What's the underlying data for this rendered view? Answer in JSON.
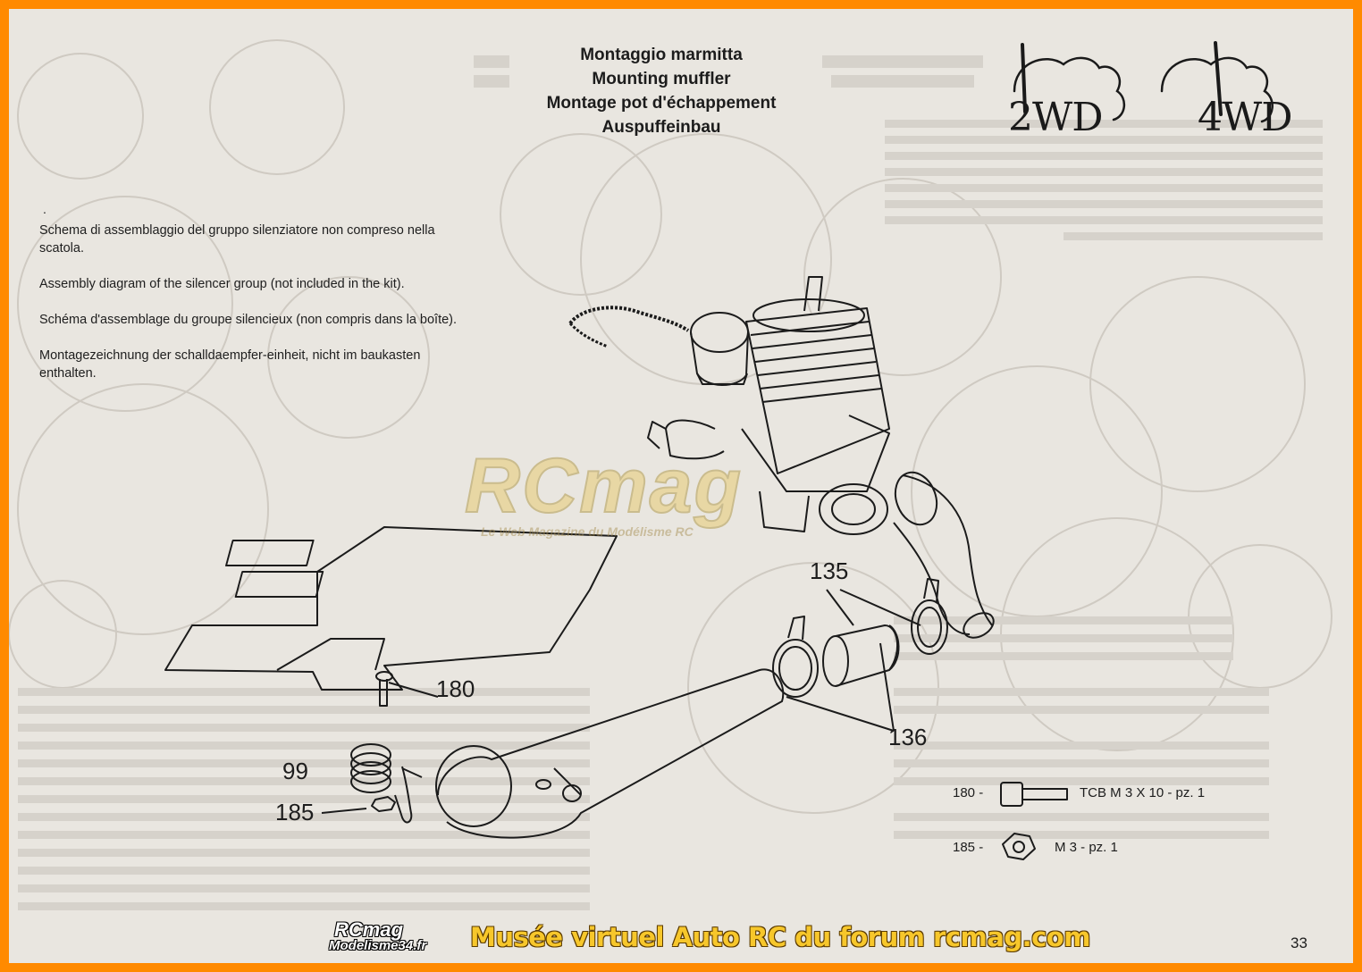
{
  "title": {
    "line1": "Montaggio marmitta",
    "line2": "Mounting muffler",
    "line3": "Montage pot d'échappement",
    "line4": "Auspuffeinbau"
  },
  "badges": {
    "two_wd": "2WD",
    "four_wd": "4WD"
  },
  "intro": {
    "it": "Schema di assemblaggio del gruppo silenziatore non compreso nella scatola.",
    "en": "Assembly diagram of the silencer group (not included in the kit).",
    "fr": "Schéma d'assemblage du groupe silencieux (non compris dans la boîte).",
    "de": "Montagezeichnung der schalldaempfer-einheit, nicht im baukasten enthalten."
  },
  "parts": {
    "p135": "135",
    "p136": "136",
    "p180": "180",
    "p99": "99",
    "p185": "185"
  },
  "legend": {
    "row1_num": "180 -",
    "row1_desc": "TCB M 3 X 10 - pz. 1",
    "row2_num": "185 -",
    "row2_desc": "M 3 - pz. 1"
  },
  "watermark": {
    "logo": "RCmag",
    "tagline": "Le Web Magazine du Modélisme RC"
  },
  "footer": {
    "logo_line1": "RCmag",
    "logo_line2": "Modelisme34.fr",
    "banner": "Musée virtuel Auto RC du forum rcmag.com",
    "page_number": "33"
  }
}
